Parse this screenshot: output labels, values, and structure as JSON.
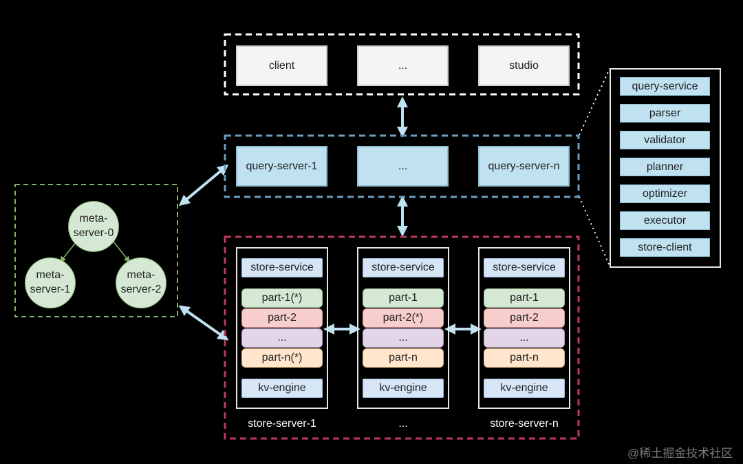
{
  "client_tier": {
    "items": [
      "client",
      "...",
      "studio"
    ]
  },
  "query_tier": {
    "items": [
      "query-server-1",
      "...",
      "query-server-n"
    ]
  },
  "meta_cluster": {
    "nodes": [
      {
        "line1": "meta-",
        "line2": "server-0"
      },
      {
        "line1": "meta-",
        "line2": "server-1"
      },
      {
        "line1": "meta-",
        "line2": "server-2"
      }
    ]
  },
  "query_service_detail": {
    "items": [
      "query-service",
      "parser",
      "validator",
      "planner",
      "optimizer",
      "executor",
      "store-client"
    ]
  },
  "store_tier": {
    "servers": [
      {
        "service": "store-service",
        "parts": [
          "part-1(*)",
          "part-2",
          "...",
          "part-n(*)"
        ],
        "engine": "kv-engine",
        "label": "store-server-1"
      },
      {
        "service": "store-service",
        "parts": [
          "part-1",
          "part-2(*)",
          "...",
          "part-n"
        ],
        "engine": "kv-engine",
        "label": "..."
      },
      {
        "service": "store-service",
        "parts": [
          "part-1",
          "part-2",
          "...",
          "part-n"
        ],
        "engine": "kv-engine",
        "label": "store-server-n"
      }
    ]
  },
  "colors": {
    "client_border": "#ffffff",
    "query_border": "#6c9ebf",
    "store_border": "#c0395a",
    "meta_border": "#82b366",
    "arrow": "#bfe1f0"
  },
  "watermark": "@稀土掘金技术社区"
}
